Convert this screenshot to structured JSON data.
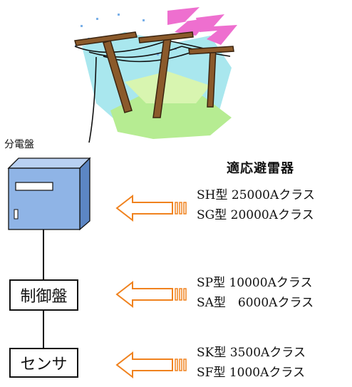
{
  "panel": {
    "label": "分電盤"
  },
  "title": "適応避雷器",
  "boxes": {
    "control": "制御盤",
    "sensor": "センサ"
  },
  "specs": {
    "group1": [
      "SH型 25000Aクラス",
      "SG型 20000Aクラス"
    ],
    "group2": [
      "SP型 10000Aクラス",
      "SA型　6000Aクラス"
    ],
    "group3": [
      "SK型 3500Aクラス",
      "SF型 1000Aクラス"
    ]
  },
  "colors": {
    "arrow": "#f0821e",
    "panel_fill": "#8fb4e6",
    "panel_side": "#5c86c4",
    "pole": "#8b5a2b",
    "lightning": "#ee6fcf"
  },
  "icons": [
    "power-pole-scene-icon",
    "lightning-icon",
    "distribution-panel-icon",
    "arrow-left-icon"
  ]
}
